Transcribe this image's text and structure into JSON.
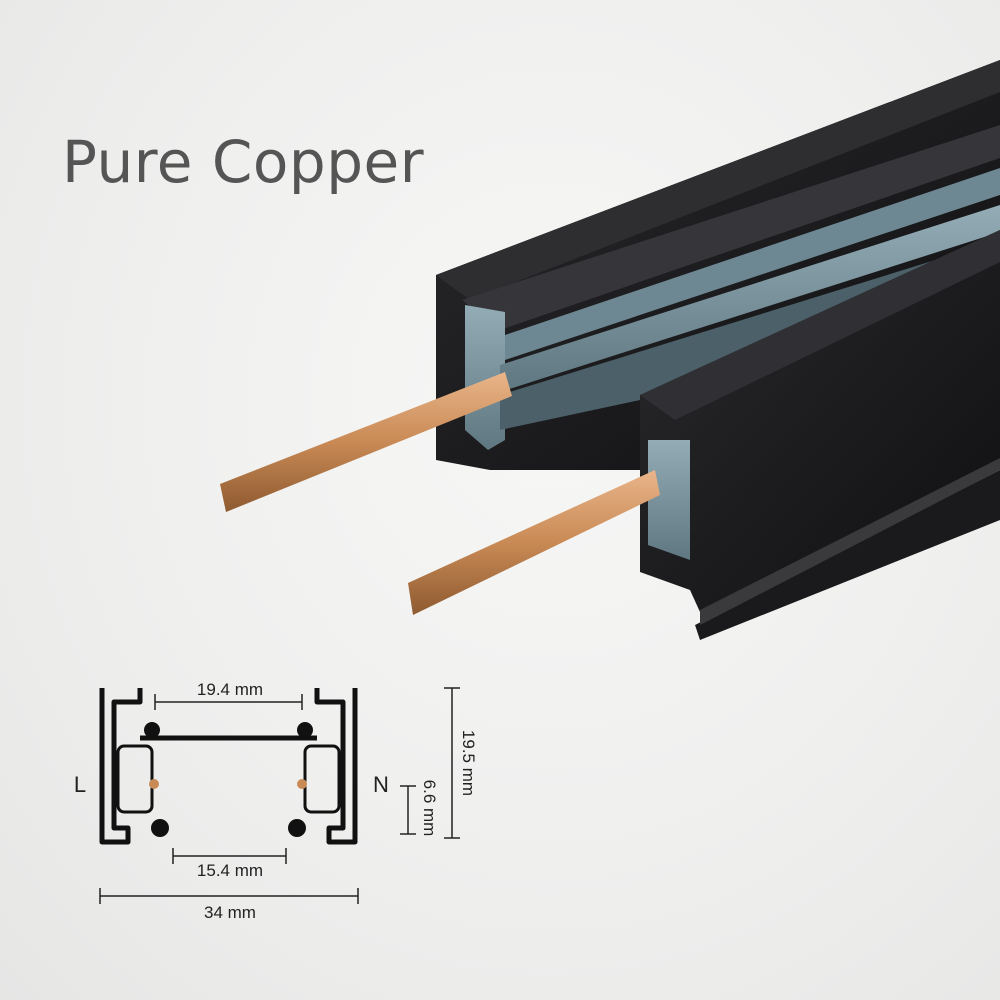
{
  "headline": "Pure Copper",
  "colors": {
    "track_black": "#1c1c1e",
    "insulator_blue": "#7f98a2",
    "copper": "#c98a55",
    "text_gray": "#555555"
  },
  "diagram": {
    "top_gap": "19.4 mm",
    "bottom_gap": "15.4 mm",
    "total_width": "34 mm",
    "height": "19.5 mm",
    "slot_height": "6.6 mm",
    "left_pole": "L",
    "right_pole": "N"
  }
}
